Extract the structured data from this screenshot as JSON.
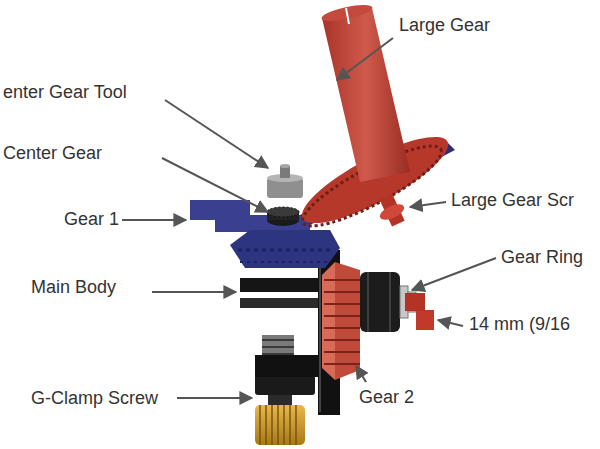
{
  "diagram": {
    "labels": [
      "Large Gear",
      "enter Gear Tool",
      "Center Gear",
      "Gear 1",
      "Large Gear Scr",
      "Gear Ring",
      "Main Body",
      "14 mm (9/16",
      "G-Clamp Screw",
      "Gear 2"
    ]
  }
}
